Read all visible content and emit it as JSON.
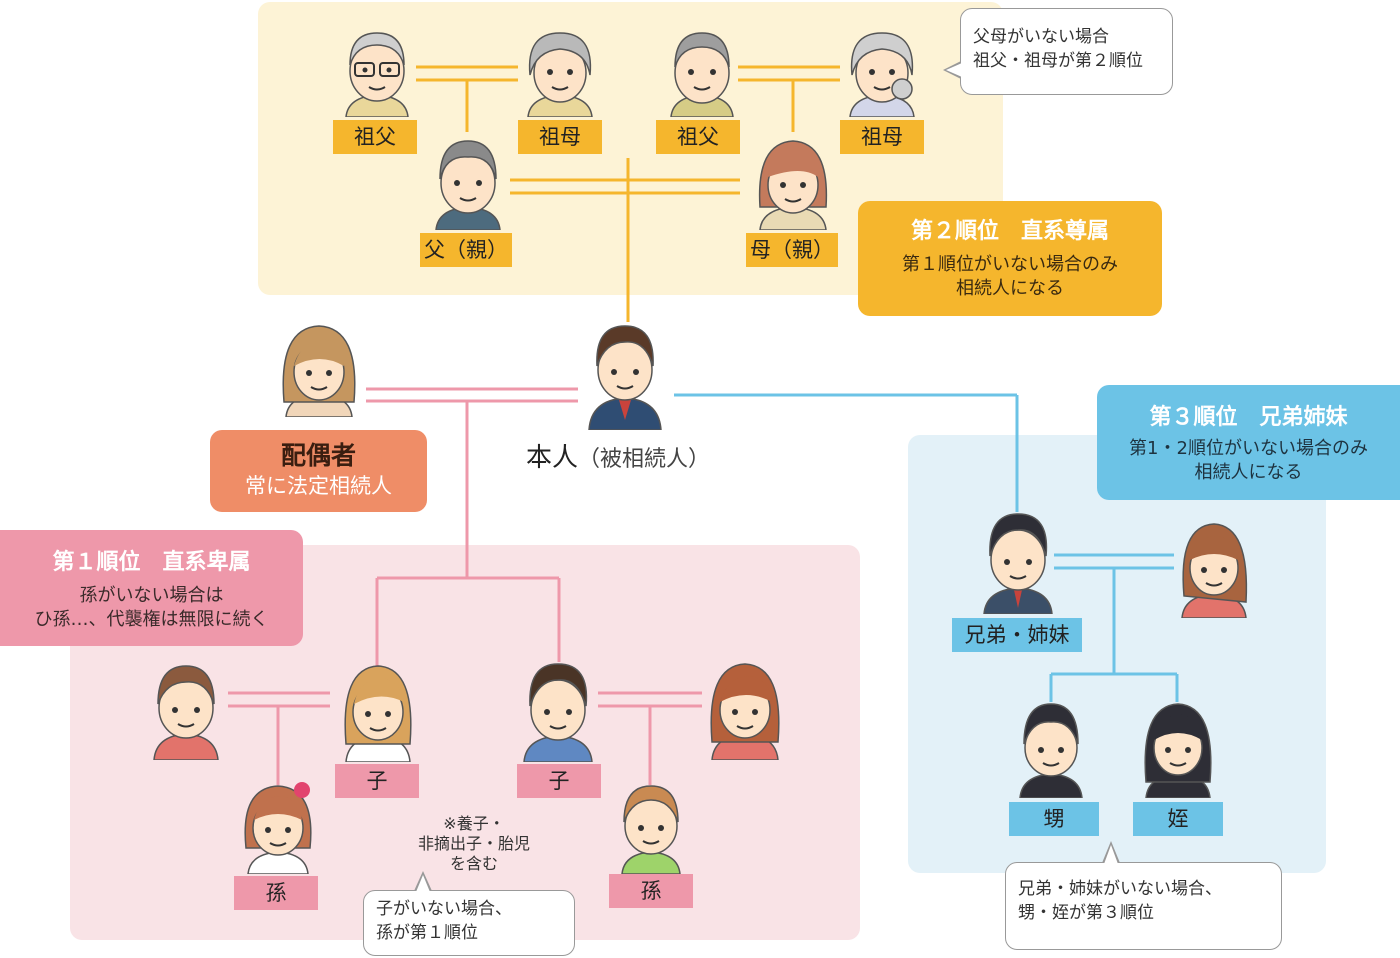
{
  "colors": {
    "ascendant": "#f5b62d",
    "descendant": "#ee98aa",
    "sibling": "#6cc3e6",
    "spouse": "#ef8d67",
    "ascendant_bg": "#fdf3d6",
    "descendant_bg": "#f9e3e6",
    "sibling_bg": "#e3f1f8"
  },
  "labels": {
    "grandfather_paternal": "祖父",
    "grandmother_paternal": "祖母",
    "grandfather_maternal": "祖父",
    "grandmother_maternal": "祖母",
    "father": "父（親）",
    "mother": "母（親）",
    "child_left": "子",
    "child_right": "子",
    "grandchild_left": "孫",
    "grandchild_right": "孫",
    "sibling": "兄弟・姉妹",
    "nephew": "甥",
    "niece": "姪"
  },
  "self": {
    "name": "本人",
    "sub": "（被相続人）"
  },
  "spouse_box": {
    "title": "配偶者",
    "text": "常に法定相続人"
  },
  "rank2": {
    "title": "第２順位　直系尊属",
    "line1": "第１順位がいない場合のみ",
    "line2": "相続人になる"
  },
  "rank1": {
    "title": "第１順位　直系卑属",
    "line1": "孫がいない場合は",
    "line2": "ひ孫…、代襲権は無限に続く"
  },
  "rank3": {
    "title": "第３順位　兄弟姉妹",
    "line1": "第1・2順位がいない場合のみ",
    "line2": "相続人になる"
  },
  "notes": {
    "grandparents_line1": "父母がいない場合",
    "grandparents_line2": "祖父・祖母が第２順位",
    "grandchild_line1": "子がいない場合、",
    "grandchild_line2": "孫が第１順位",
    "nephew_line1": "兄弟・姉妹がいない場合、",
    "nephew_line2": "甥・姪が第３順位",
    "adopt_line1": "※養子・",
    "adopt_line2": "非摘出子・胎児",
    "adopt_line3": "を含む"
  },
  "icons": {
    "people": "person-face-icon"
  }
}
